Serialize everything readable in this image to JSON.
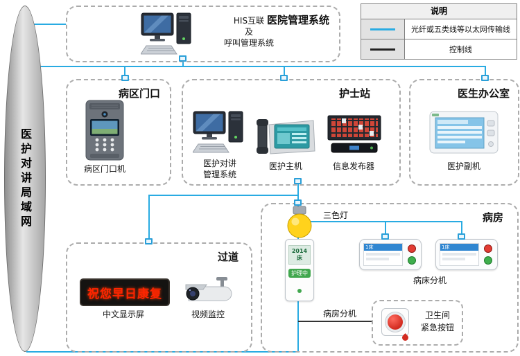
{
  "colors": {
    "ethernet_line": "#29abe2",
    "control_line": "#333333",
    "led_text": "#ff2400",
    "status_green": "#41a74e",
    "alert_red": "#e23b33"
  },
  "lan_label": "医护对讲局域网",
  "legend": {
    "title": "说明",
    "items": [
      {
        "name": "ethernet",
        "label": "光纤或五类线等以太网传输线"
      },
      {
        "name": "control",
        "label": "控制线"
      }
    ]
  },
  "hospital": {
    "title": "医院管理系统",
    "system_line1": "HIS互联",
    "system_line2": "及",
    "system_line3": "呼叫管理系统"
  },
  "ward_entrance": {
    "title": "病区门口",
    "device_label": "病区门口机"
  },
  "nurse_station": {
    "title": "护士站",
    "pc_label_line1": "医护对讲",
    "pc_label_line2": "管理系统",
    "host_label": "医护主机",
    "publisher_label": "信息发布器"
  },
  "doctor_office": {
    "title": "医生办公室",
    "device_label": "医护副机"
  },
  "corridor": {
    "title": "过道",
    "display_text": "祝您早日康复",
    "display_label": "中文显示屏",
    "camera_label": "视频监控"
  },
  "ward_room": {
    "title": "病房",
    "light_label": "三色灯",
    "room_unit_label": "病房分机",
    "room_unit_screen": "2014床",
    "room_unit_status": "护理中",
    "bed_unit_label": "病床分机",
    "bed_screen_header": "1床",
    "emergency_label_line1": "卫生间",
    "emergency_label_line2": "紧急按钮"
  }
}
